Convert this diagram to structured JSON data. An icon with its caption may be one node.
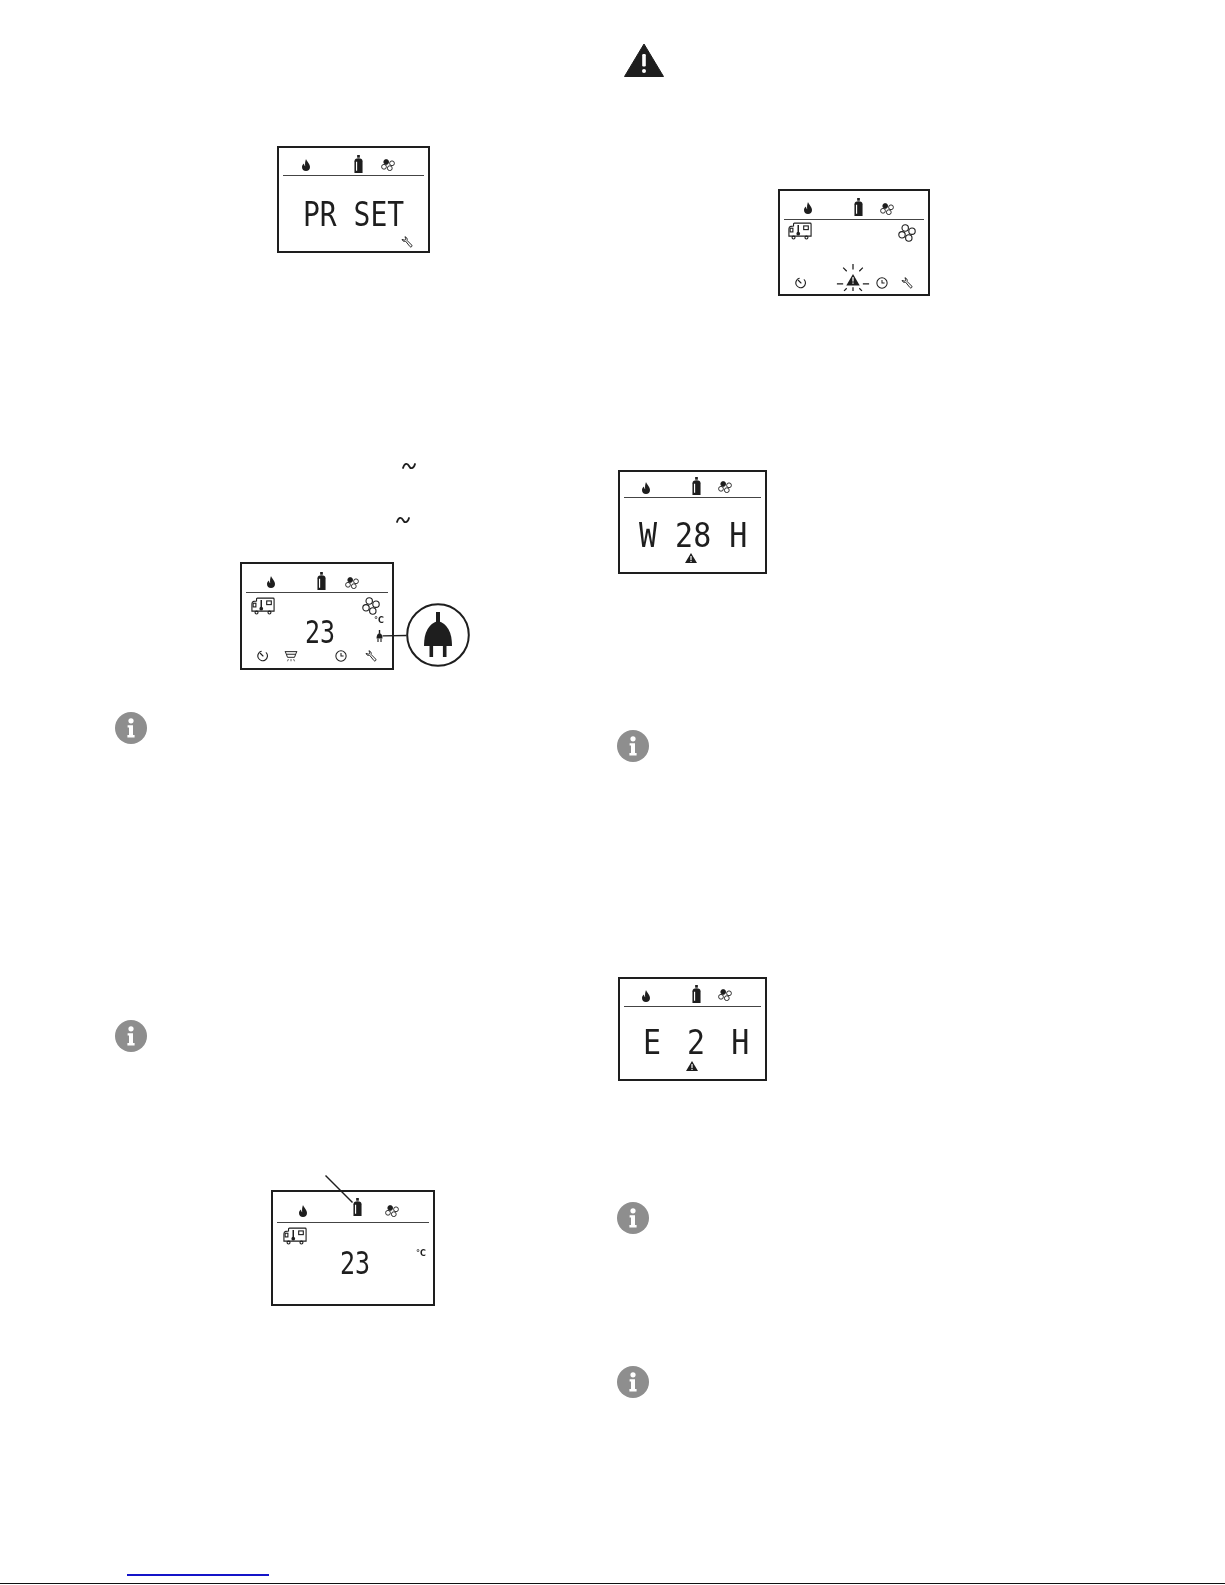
{
  "diagram": {
    "nodes": [
      {
        "text": [
          "PR SET"
        ]
      },
      {
        "text": [
          "23",
          "°C"
        ]
      },
      {
        "text": [],
        "shape": "picture",
        "in": 1
      },
      {
        "text": [],
        "shape": "circle"
      },
      {
        "text": [
          "23",
          "°C"
        ]
      },
      {
        "text": [],
        "shape": "picture",
        "in": 4
      },
      {
        "text": [],
        "shape": "box"
      },
      {
        "text": [
          "W 28 H"
        ]
      },
      {
        "text": [
          "E 2 H"
        ]
      }
    ],
    "edges": [
      {
        "from": 2,
        "to": 3,
        "arrow": "none"
      },
      {
        "from": null,
        "to": 5,
        "arrow": "none"
      }
    ]
  }
}
